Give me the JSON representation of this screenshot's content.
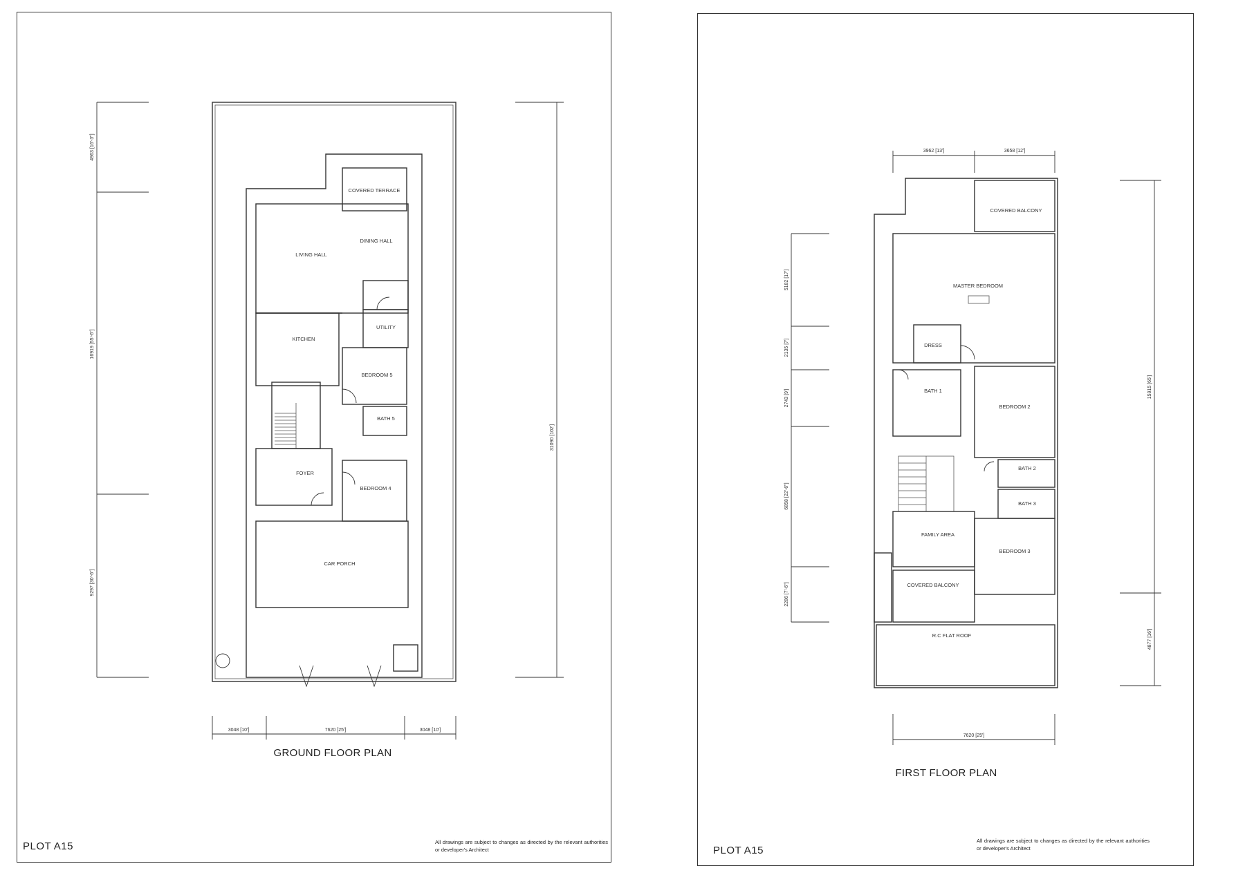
{
  "ground": {
    "plot_label": "PLOT A15",
    "title": "GROUND FLOOR PLAN",
    "disclaimer": "All drawings are subject to changes as directed by the relevant authorities or developer's Architect",
    "rooms": {
      "covered_terrace": "COVERED TERRACE",
      "dining_hall": "DINING HALL",
      "living_hall": "LIVING HALL",
      "utility": "UTILITY",
      "kitchen": "KITCHEN",
      "bedroom5": "BEDROOM 5",
      "bath5": "BATH 5",
      "foyer": "FOYER",
      "bedroom4": "BEDROOM 4",
      "car_porch": "CAR PORCH"
    },
    "dims": {
      "left_top": "4963 [16'-3\"]",
      "left_mid": "16919 [55'-6\"]",
      "left_bot": "9297 [30'-6\"]",
      "right_total": "31090 [102']",
      "bottom_left": "3048 [10']",
      "bottom_mid": "7620 [25']",
      "bottom_right": "3048 [10']"
    }
  },
  "first": {
    "plot_label": "PLOT A15",
    "title": "FIRST FLOOR PLAN",
    "disclaimer": "All drawings are subject to changes as directed by the relevant authorities or developer's Architect",
    "rooms": {
      "covered_balcony_top": "COVERED BALCONY",
      "master_bedroom": "MASTER BEDROOM",
      "dress": "DRESS",
      "bath1": "BATH 1",
      "bedroom2": "BEDROOM 2",
      "bath2": "BATH 2",
      "bath3": "BATH 3",
      "family_area": "FAMILY AREA",
      "bedroom3": "BEDROOM 3",
      "covered_balcony_bot": "COVERED BALCONY",
      "rc_flat_roof": "R.C FLAT ROOF"
    },
    "dims": {
      "top_left": "3962 [13']",
      "top_right": "3658 [12']",
      "left_1": "5182 [17']",
      "left_2": "2135 [7']",
      "left_3": "2743 [9']",
      "left_4": "6858 [22'-6\"]",
      "left_5": "2286 [7'-6\"]",
      "right_1": "15915 [65']",
      "right_2": "4877 [16']",
      "bottom": "7620 [25']"
    }
  }
}
